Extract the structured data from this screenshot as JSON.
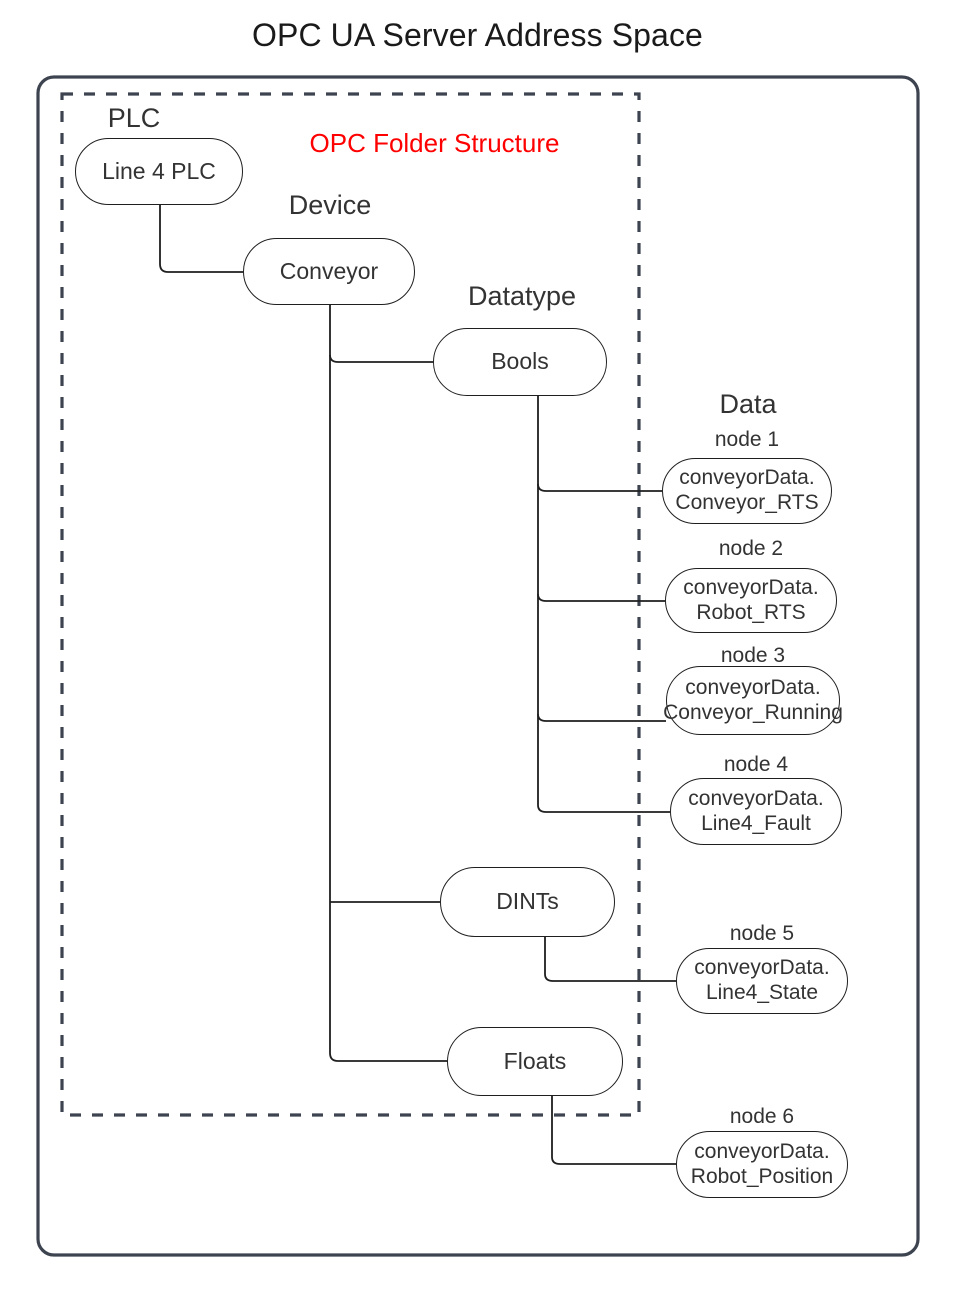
{
  "title": "OPC UA Server Address Space",
  "folder_structure_caption": {
    "text": "OPC Folder Structure",
    "color": "#FF0000"
  },
  "column_labels": {
    "plc": "PLC",
    "device": "Device",
    "datatype": "Datatype",
    "data": "Data"
  },
  "folders": {
    "plc_node": "Line 4 PLC",
    "device_node": "Conveyor",
    "datatype_bools": "Bools",
    "datatype_dints": "DINTs",
    "datatype_floats": "Floats"
  },
  "data_nodes": [
    {
      "caption": "node 1",
      "line1": "conveyorData.",
      "line2": "Conveyor_RTS",
      "parent": "Bools"
    },
    {
      "caption": "node 2",
      "line1": "conveyorData.",
      "line2": "Robot_RTS",
      "parent": "Bools"
    },
    {
      "caption": "node 3",
      "line1": "conveyorData.",
      "line2": "Conveyor_Running",
      "parent": "Bools"
    },
    {
      "caption": "node 4",
      "line1": "conveyorData.",
      "line2": "Line4_Fault",
      "parent": "Bools"
    },
    {
      "caption": "node 5",
      "line1": "conveyorData.",
      "line2": "Line4_State",
      "parent": "DINTs"
    },
    {
      "caption": "node 6",
      "line1": "conveyorData.",
      "line2": "Robot_Position",
      "parent": "Floats"
    }
  ],
  "colors": {
    "outer_frame": "#3d4450",
    "dashed_frame": "#3d4450",
    "node_stroke": "#1f1f1f",
    "text": "#333333",
    "title_text": "#1a1a1a",
    "accent_red": "#FF0000",
    "background": "#ffffff"
  }
}
